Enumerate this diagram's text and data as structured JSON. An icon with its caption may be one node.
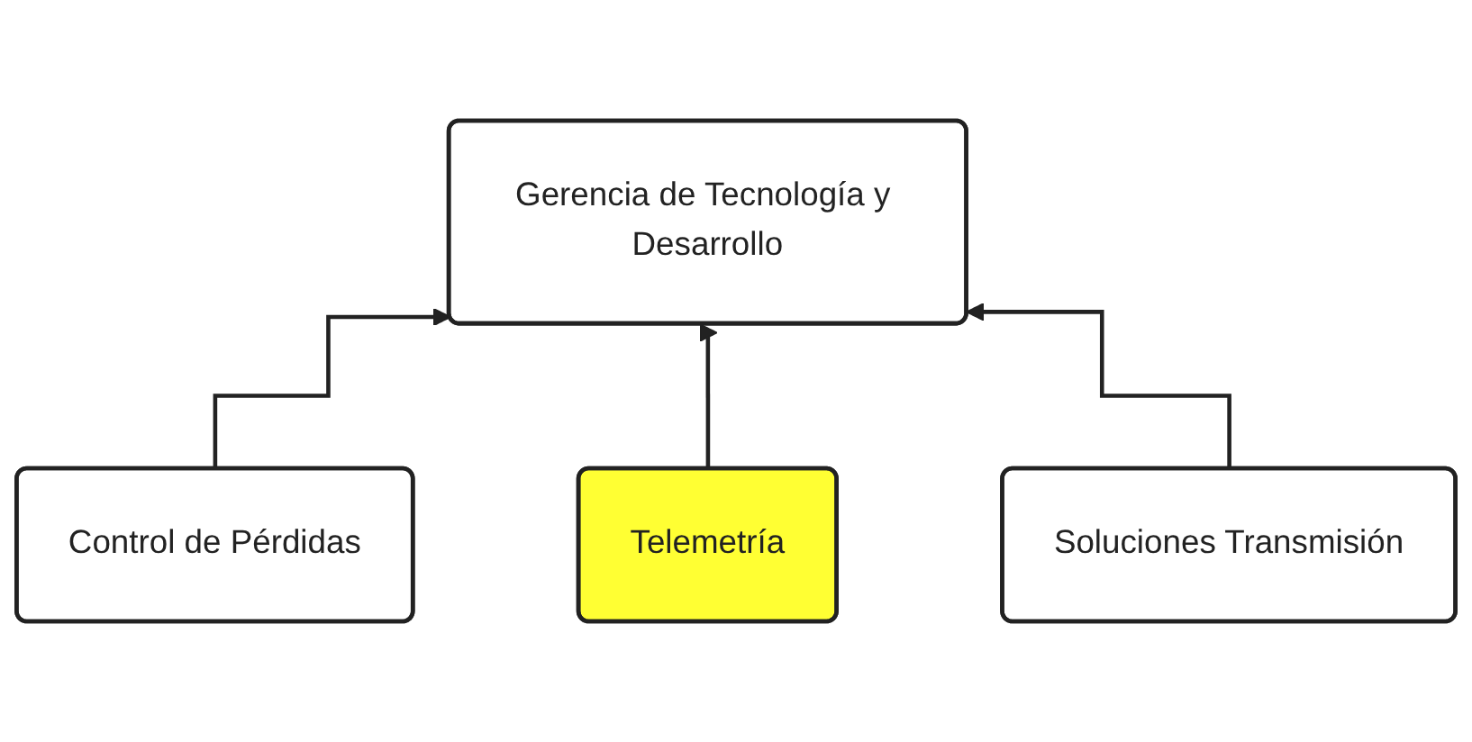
{
  "diagram": {
    "nodes": [
      {
        "text": [
          "Gerencia de Tecnología y Desarrollo"
        ]
      },
      {
        "text": [
          "Control de Pérdidas"
        ]
      },
      {
        "text": [
          "Telemetría"
        ]
      },
      {
        "text": [
          "Soluciones Transmisión"
        ]
      }
    ],
    "edges": [
      {
        "from": 1,
        "to": 0,
        "arrow": "to"
      },
      {
        "from": 2,
        "to": 0,
        "arrow": "to"
      },
      {
        "from": 3,
        "to": 0,
        "arrow": "to"
      }
    ]
  }
}
